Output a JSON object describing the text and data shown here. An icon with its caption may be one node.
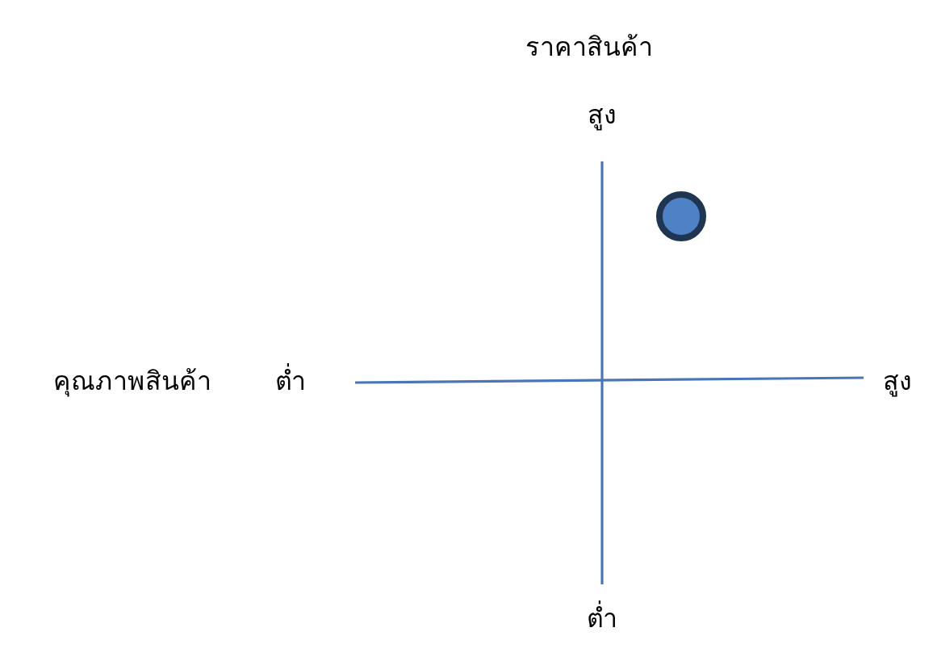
{
  "diagram": {
    "nodes": [
      {
        "text": [],
        "shape": "circle"
      }
    ],
    "labels": [
      "ราคาสินค้า",
      "สูง",
      "คุณภาพสินค้า",
      "ต่ำ",
      "สูง",
      "ต่ำ"
    ]
  }
}
